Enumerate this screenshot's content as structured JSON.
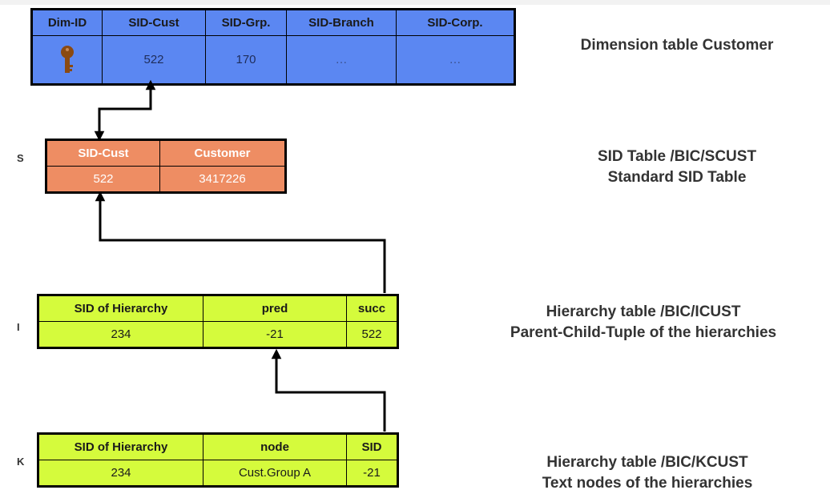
{
  "dimension_table": {
    "headers": [
      "Dim-ID",
      "SID-Cust",
      "SID-Grp.",
      "SID-Branch",
      "SID-Corp."
    ],
    "row": [
      "key-icon",
      "522",
      "170",
      "…",
      "…"
    ],
    "label": "Dimension table Customer"
  },
  "sid_table": {
    "marker": "S",
    "headers": [
      "SID-Cust",
      "Customer"
    ],
    "row": [
      "522",
      "3417226"
    ],
    "label_line1": "SID Table /BIC/SCUST",
    "label_line2": "Standard SID Table"
  },
  "hierarchy_i": {
    "marker": "I",
    "headers": [
      "SID of Hierarchy",
      "pred",
      "succ"
    ],
    "row": [
      "234",
      "-21",
      "522"
    ],
    "label_line1": "Hierarchy table /BIC/ICUST",
    "label_line2": "Parent-Child-Tuple of the hierarchies"
  },
  "hierarchy_k": {
    "marker": "K",
    "headers": [
      "SID of Hierarchy",
      "node",
      "SID"
    ],
    "row": [
      "234",
      "Cust.Group A",
      "-21"
    ],
    "label_line1": "Hierarchy table /BIC/KCUST",
    "label_line2": "Text nodes of the hierarchies"
  },
  "colors": {
    "dimension": "#5b87f2",
    "sid": "#ee8d63",
    "hierarchy": "#d5fb3c",
    "key": "#8b4a12"
  }
}
